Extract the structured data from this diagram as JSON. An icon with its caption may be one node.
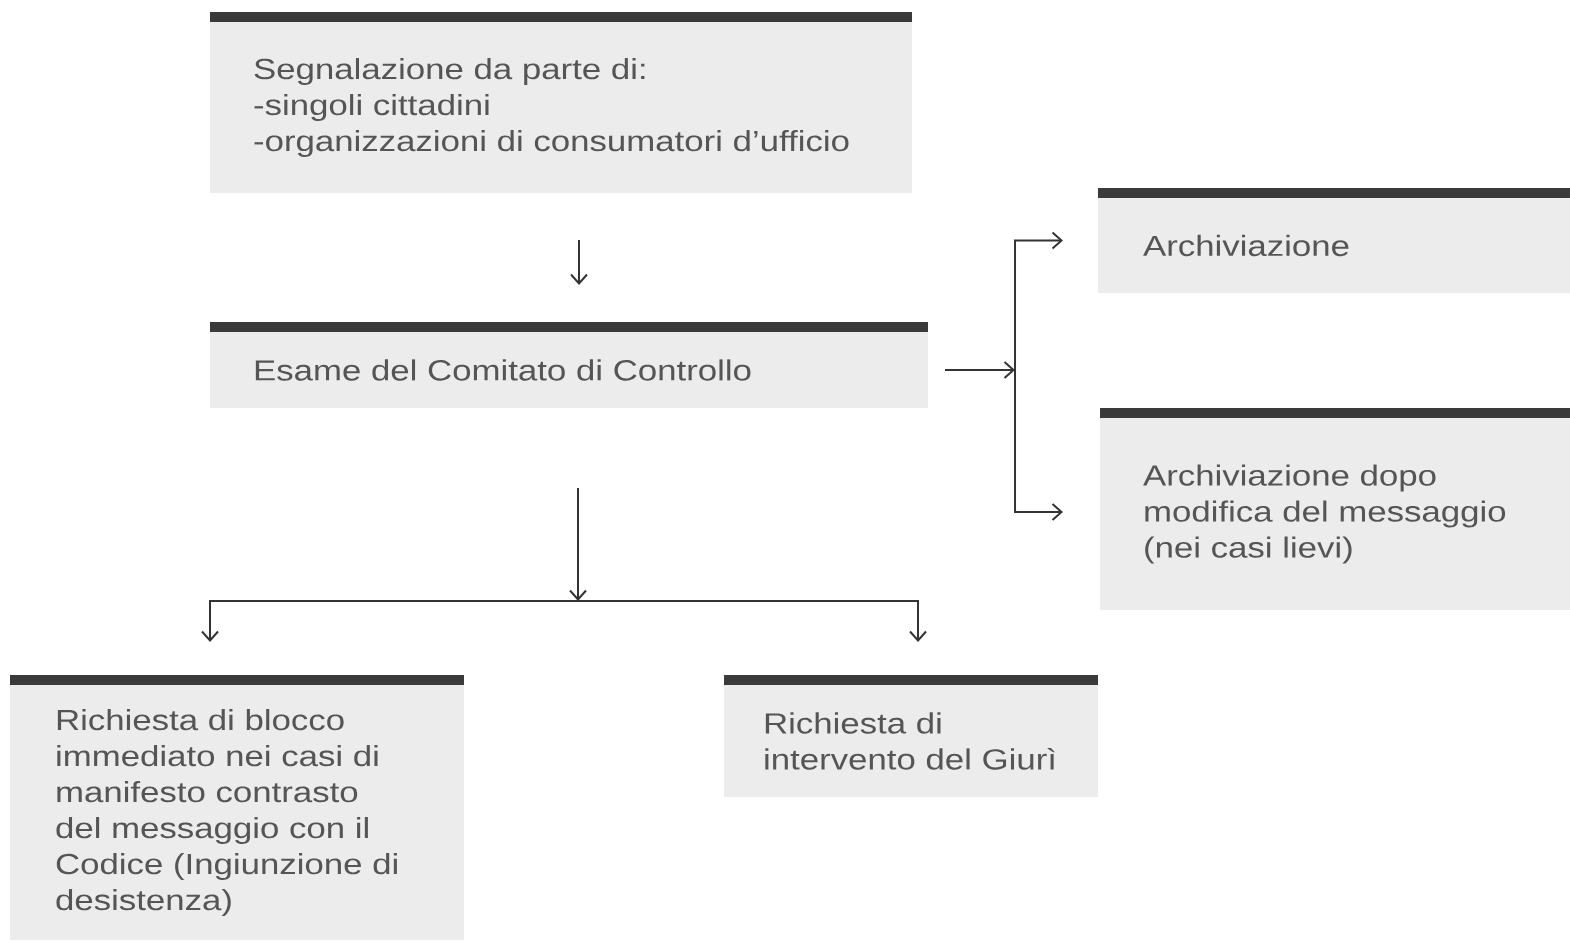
{
  "diagram": {
    "nodes": [
      {
        "text": [
          "Segnalazione da parte di:",
          "-singoli cittadini",
          "-organizzazioni di consumatori d’ufficio"
        ]
      },
      {
        "text": [
          "Esame del Comitato di Controllo"
        ]
      },
      {
        "text": [
          "Archiviazione"
        ]
      },
      {
        "text": [
          "Archiviazione dopo modifica del messaggio (nei casi lievi)"
        ]
      },
      {
        "text": [
          "Richiesta di blocco immediato nei casi di manifesto contrasto del messaggio con il Codice (Ingiunzione di desistenza)"
        ]
      },
      {
        "text": [
          "Richiesta di intervento del Giurì"
        ]
      }
    ],
    "edges": [
      {
        "from": 0,
        "to": 1,
        "arrow": "to"
      },
      {
        "from": 1,
        "to": 2,
        "arrow": "to"
      },
      {
        "from": 1,
        "to": 3,
        "arrow": "to"
      },
      {
        "from": 1,
        "to": 4,
        "arrow": "to"
      },
      {
        "from": 1,
        "to": 5,
        "arrow": "to"
      }
    ]
  }
}
